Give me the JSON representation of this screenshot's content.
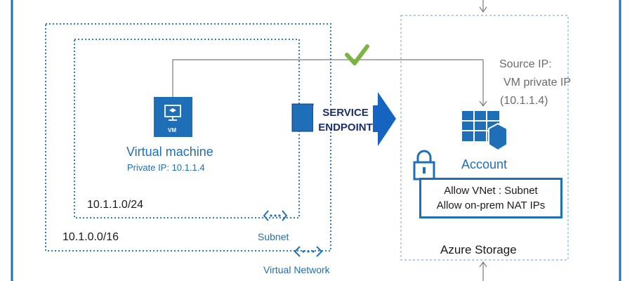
{
  "vm": {
    "badge": "VM",
    "title": "Virtual machine",
    "private_ip": "Private IP: 10.1.1.4"
  },
  "subnet": {
    "cidr": "10.1.1.0/24",
    "label": "Subnet"
  },
  "vnet": {
    "cidr": "10.1.0.0/16",
    "label": "Virtual Network"
  },
  "endpoint": {
    "line1": "SERVICE",
    "line2": "ENDPOINT"
  },
  "storage": {
    "source_ip": {
      "line1": "Source IP:",
      "line2": "VM private IP",
      "line3": "(10.1.1.4)"
    },
    "account_label": "Account",
    "rules": [
      "Allow VNet : Subnet",
      "Allow on-prem NAT IPs"
    ],
    "label": "Azure Storage"
  },
  "colors": {
    "azure_blue": "#1f6fb8",
    "arrow_blue": "#1565c0",
    "check_green": "#7cb342",
    "dotted_border": "#2a7fc0",
    "storage_border": "#7fb3d5"
  }
}
